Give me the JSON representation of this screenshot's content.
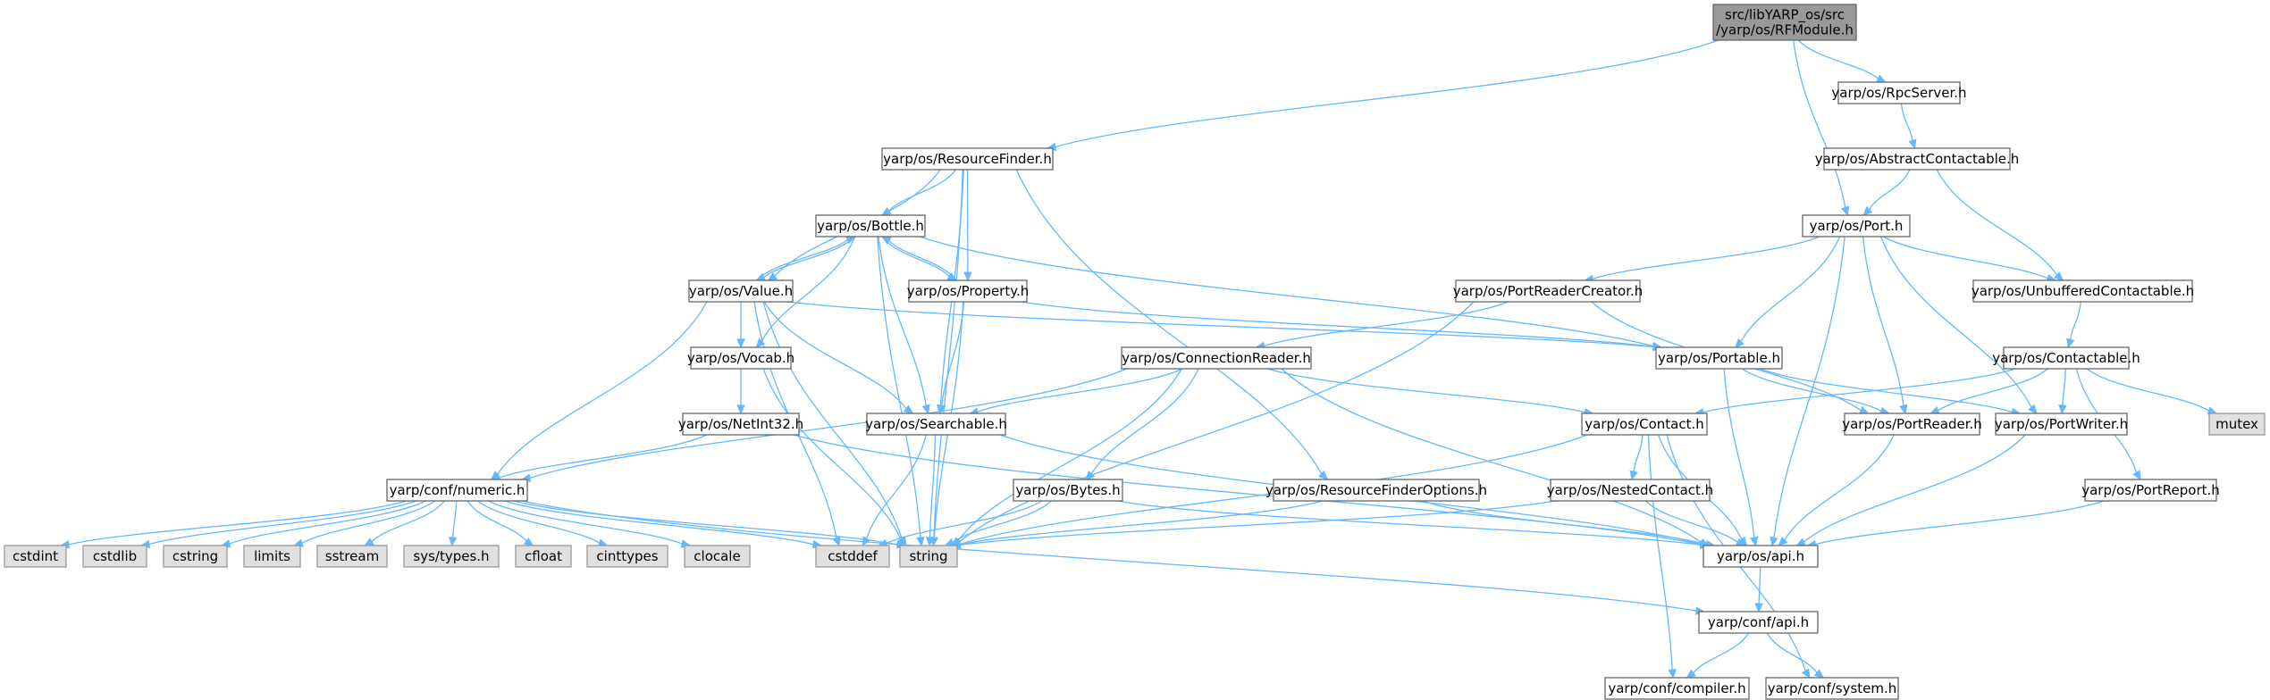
{
  "accent_color": "#63b8ff",
  "nodes": [
    {
      "id": "root",
      "lines": [
        "src/libYARP_os/src",
        "/yarp/os/RFModule.h"
      ],
      "kind": "root"
    },
    {
      "id": "rpcserver",
      "lines": [
        "yarp/os/RpcServer.h"
      ],
      "kind": "file"
    },
    {
      "id": "resourcefinder",
      "lines": [
        "yarp/os/ResourceFinder.h"
      ],
      "kind": "file"
    },
    {
      "id": "abstractcontactable",
      "lines": [
        "yarp/os/AbstractContactable.h"
      ],
      "kind": "file"
    },
    {
      "id": "bottle",
      "lines": [
        "yarp/os/Bottle.h"
      ],
      "kind": "file"
    },
    {
      "id": "port",
      "lines": [
        "yarp/os/Port.h"
      ],
      "kind": "file"
    },
    {
      "id": "value",
      "lines": [
        "yarp/os/Value.h"
      ],
      "kind": "file"
    },
    {
      "id": "property",
      "lines": [
        "yarp/os/Property.h"
      ],
      "kind": "file"
    },
    {
      "id": "portreadercreator",
      "lines": [
        "yarp/os/PortReaderCreator.h"
      ],
      "kind": "file"
    },
    {
      "id": "unbuffered",
      "lines": [
        "yarp/os/UnbufferedContactable.h"
      ],
      "kind": "file"
    },
    {
      "id": "vocab",
      "lines": [
        "yarp/os/Vocab.h"
      ],
      "kind": "file"
    },
    {
      "id": "connectionreader",
      "lines": [
        "yarp/os/ConnectionReader.h"
      ],
      "kind": "file"
    },
    {
      "id": "portable",
      "lines": [
        "yarp/os/Portable.h"
      ],
      "kind": "file"
    },
    {
      "id": "contactable",
      "lines": [
        "yarp/os/Contactable.h"
      ],
      "kind": "file"
    },
    {
      "id": "netint32",
      "lines": [
        "yarp/os/NetInt32.h"
      ],
      "kind": "file"
    },
    {
      "id": "searchable",
      "lines": [
        "yarp/os/Searchable.h"
      ],
      "kind": "file"
    },
    {
      "id": "contact",
      "lines": [
        "yarp/os/Contact.h"
      ],
      "kind": "file"
    },
    {
      "id": "portreader",
      "lines": [
        "yarp/os/PortReader.h"
      ],
      "kind": "file"
    },
    {
      "id": "portwriter",
      "lines": [
        "yarp/os/PortWriter.h"
      ],
      "kind": "file"
    },
    {
      "id": "mutex",
      "lines": [
        "mutex"
      ],
      "kind": "sys"
    },
    {
      "id": "numeric",
      "lines": [
        "yarp/conf/numeric.h"
      ],
      "kind": "file"
    },
    {
      "id": "bytes",
      "lines": [
        "yarp/os/Bytes.h"
      ],
      "kind": "file"
    },
    {
      "id": "rfoptions",
      "lines": [
        "yarp/os/ResourceFinderOptions.h"
      ],
      "kind": "file"
    },
    {
      "id": "nestedcontact",
      "lines": [
        "yarp/os/NestedContact.h"
      ],
      "kind": "file"
    },
    {
      "id": "portreport",
      "lines": [
        "yarp/os/PortReport.h"
      ],
      "kind": "file"
    },
    {
      "id": "cstdint",
      "lines": [
        "cstdint"
      ],
      "kind": "sys"
    },
    {
      "id": "cstdlib",
      "lines": [
        "cstdlib"
      ],
      "kind": "sys"
    },
    {
      "id": "cstring",
      "lines": [
        "cstring"
      ],
      "kind": "sys"
    },
    {
      "id": "limits",
      "lines": [
        "limits"
      ],
      "kind": "sys"
    },
    {
      "id": "sstream",
      "lines": [
        "sstream"
      ],
      "kind": "sys"
    },
    {
      "id": "systypes",
      "lines": [
        "sys/types.h"
      ],
      "kind": "sys"
    },
    {
      "id": "cfloat",
      "lines": [
        "cfloat"
      ],
      "kind": "sys"
    },
    {
      "id": "cinttypes",
      "lines": [
        "cinttypes"
      ],
      "kind": "sys"
    },
    {
      "id": "clocale",
      "lines": [
        "clocale"
      ],
      "kind": "sys"
    },
    {
      "id": "cstddef",
      "lines": [
        "cstddef"
      ],
      "kind": "sys"
    },
    {
      "id": "string",
      "lines": [
        "string"
      ],
      "kind": "sys"
    },
    {
      "id": "osapi",
      "lines": [
        "yarp/os/api.h"
      ],
      "kind": "file"
    },
    {
      "id": "confapi",
      "lines": [
        "yarp/conf/api.h"
      ],
      "kind": "file"
    },
    {
      "id": "compiler",
      "lines": [
        "yarp/conf/compiler.h"
      ],
      "kind": "file"
    },
    {
      "id": "system",
      "lines": [
        "yarp/conf/system.h"
      ],
      "kind": "file"
    }
  ],
  "edges": [
    [
      "root",
      "resourcefinder"
    ],
    [
      "root",
      "rpcserver"
    ],
    [
      "root",
      "port"
    ],
    [
      "rpcserver",
      "abstractcontactable"
    ],
    [
      "abstractcontactable",
      "port"
    ],
    [
      "abstractcontactable",
      "unbuffered"
    ],
    [
      "resourcefinder",
      "bottle"
    ],
    [
      "resourcefinder",
      "value"
    ],
    [
      "resourcefinder",
      "property"
    ],
    [
      "resourcefinder",
      "searchable"
    ],
    [
      "resourcefinder",
      "string"
    ],
    [
      "resourcefinder",
      "rfoptions"
    ],
    [
      "bottle",
      "value"
    ],
    [
      "bottle",
      "property"
    ],
    [
      "bottle",
      "vocab"
    ],
    [
      "bottle",
      "searchable"
    ],
    [
      "bottle",
      "portable"
    ],
    [
      "bottle",
      "string"
    ],
    [
      "value",
      "bottle"
    ],
    [
      "value",
      "vocab"
    ],
    [
      "value",
      "searchable"
    ],
    [
      "value",
      "portable"
    ],
    [
      "value",
      "numeric"
    ],
    [
      "value",
      "string"
    ],
    [
      "value",
      "cstddef"
    ],
    [
      "property",
      "bottle"
    ],
    [
      "property",
      "searchable"
    ],
    [
      "property",
      "portable"
    ],
    [
      "property",
      "string"
    ],
    [
      "vocab",
      "netint32"
    ],
    [
      "vocab",
      "string"
    ],
    [
      "netint32",
      "numeric"
    ],
    [
      "netint32",
      "osapi"
    ],
    [
      "searchable",
      "string"
    ],
    [
      "searchable",
      "cstddef"
    ],
    [
      "searchable",
      "osapi"
    ],
    [
      "port",
      "portreadercreator"
    ],
    [
      "port",
      "unbuffered"
    ],
    [
      "port",
      "portable"
    ],
    [
      "port",
      "portreader"
    ],
    [
      "port",
      "portwriter"
    ],
    [
      "port",
      "osapi"
    ],
    [
      "portreadercreator",
      "connectionreader"
    ],
    [
      "portreadercreator",
      "portreader"
    ],
    [
      "portreadercreator",
      "string"
    ],
    [
      "unbuffered",
      "contactable"
    ],
    [
      "contactable",
      "contact"
    ],
    [
      "contactable",
      "portreader"
    ],
    [
      "contactable",
      "portwriter"
    ],
    [
      "contactable",
      "portreport"
    ],
    [
      "contactable",
      "mutex"
    ],
    [
      "connectionreader",
      "searchable"
    ],
    [
      "connectionreader",
      "contact"
    ],
    [
      "connectionreader",
      "bytes"
    ],
    [
      "connectionreader",
      "numeric"
    ],
    [
      "connectionreader",
      "string"
    ],
    [
      "connectionreader",
      "osapi"
    ],
    [
      "portable",
      "portreader"
    ],
    [
      "portable",
      "portwriter"
    ],
    [
      "portable",
      "osapi"
    ],
    [
      "contact",
      "nestedcontact"
    ],
    [
      "contact",
      "string"
    ],
    [
      "contact",
      "osapi"
    ],
    [
      "contact",
      "compiler"
    ],
    [
      "contact",
      "system"
    ],
    [
      "portreader",
      "osapi"
    ],
    [
      "portwriter",
      "osapi"
    ],
    [
      "nestedcontact",
      "string"
    ],
    [
      "nestedcontact",
      "osapi"
    ],
    [
      "portreport",
      "osapi"
    ],
    [
      "bytes",
      "string"
    ],
    [
      "bytes",
      "cstddef"
    ],
    [
      "bytes",
      "osapi"
    ],
    [
      "rfoptions",
      "string"
    ],
    [
      "rfoptions",
      "osapi"
    ],
    [
      "numeric",
      "cstdint"
    ],
    [
      "numeric",
      "cstdlib"
    ],
    [
      "numeric",
      "cstring"
    ],
    [
      "numeric",
      "limits"
    ],
    [
      "numeric",
      "sstream"
    ],
    [
      "numeric",
      "systypes"
    ],
    [
      "numeric",
      "cfloat"
    ],
    [
      "numeric",
      "cinttypes"
    ],
    [
      "numeric",
      "clocale"
    ],
    [
      "numeric",
      "cstddef"
    ],
    [
      "numeric",
      "string"
    ],
    [
      "numeric",
      "confapi"
    ],
    [
      "osapi",
      "confapi"
    ],
    [
      "confapi",
      "compiler"
    ],
    [
      "confapi",
      "system"
    ]
  ]
}
